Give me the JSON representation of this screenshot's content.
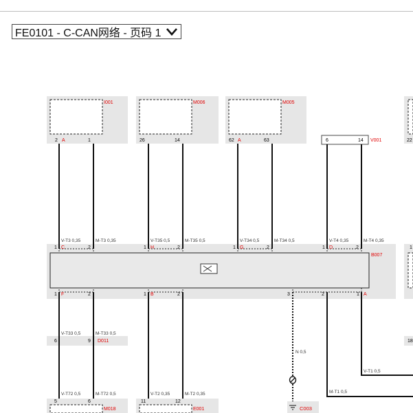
{
  "page_selector": {
    "value": "FE0101 - C-CAN网络 - 页码 1"
  },
  "icons": {
    "page_caret": "chevron-down-icon",
    "module": "network-module-icon",
    "ground": "ground-icon",
    "fuse": "fuse-icon"
  },
  "colors": {
    "connector_label": "#e00000",
    "wire": "#111111",
    "panel": "#e6e6e6"
  },
  "diagram": {
    "connectors_top": [
      {
        "id": "I001",
        "pins": [
          "2",
          "1"
        ],
        "pin_letters": [
          "A",
          ""
        ]
      },
      {
        "id": "M006",
        "pins": [
          "26",
          "14"
        ],
        "pin_letters": [
          "",
          ""
        ]
      },
      {
        "id": "M005",
        "pins": [
          "62",
          "63"
        ],
        "pin_letters": [
          "A",
          ""
        ]
      },
      {
        "id": "V001",
        "pins": [
          "6",
          "14"
        ]
      },
      {
        "id": "22",
        "pins": [
          "22"
        ]
      }
    ],
    "gateway": {
      "id": "B007",
      "top_pins": [
        {
          "num": "1",
          "letter": "C"
        },
        {
          "num": "2",
          "letter": ""
        },
        {
          "num": "1",
          "letter": "H"
        },
        {
          "num": "2",
          "letter": ""
        },
        {
          "num": "1",
          "letter": "G"
        },
        {
          "num": "2",
          "letter": ""
        },
        {
          "num": "1",
          "letter": "D"
        },
        {
          "num": "2",
          "letter": ""
        }
      ],
      "bottom_pins": [
        {
          "num": "1",
          "letter": "F"
        },
        {
          "num": "2",
          "letter": ""
        },
        {
          "num": "1",
          "letter": "B"
        },
        {
          "num": "2",
          "letter": ""
        },
        {
          "num": "3",
          "letter": ""
        },
        {
          "num": "2",
          "letter": ""
        },
        {
          "num": "1",
          "letter": "A"
        }
      ]
    },
    "wire_labels_top": [
      "V-T3 0,35",
      "M-T3 0,35",
      "V-T35 0,5",
      "M-T35 0,5",
      "V-T34 0,5",
      "M-T34 0,5",
      "V-T4 0,35",
      "M-T4 0,35"
    ],
    "wire_labels_mid": [
      "V-T33 0,5",
      "M-T33 0,5"
    ],
    "wire_labels_low": [
      "V-T72 0,5",
      "M-T72 0,5",
      "V-T2 0,35",
      "M-T2 0,35"
    ],
    "wire_label_ground": "N 0,5",
    "wire_label_vt1": "V-T1 0,5",
    "wire_label_mt1": "M-T1 0,5",
    "inline": {
      "id": "D011",
      "pins": [
        "6",
        "9"
      ]
    },
    "connectors_bottom": [
      {
        "id": "M018",
        "pins": [
          "5",
          "6"
        ]
      },
      {
        "id": "E001",
        "pins": [
          "11",
          "12"
        ]
      },
      {
        "id": "C003"
      }
    ],
    "right_edge": {
      "pin_18": "18",
      "pin_1": "1"
    }
  }
}
